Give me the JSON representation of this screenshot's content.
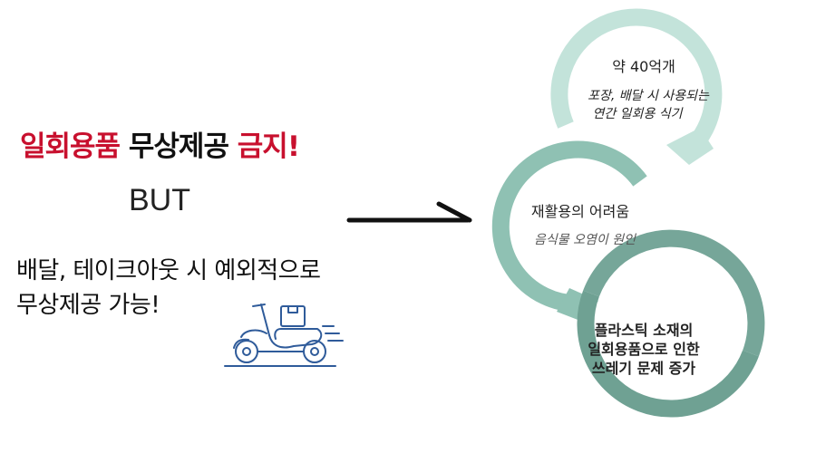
{
  "headline": {
    "part1": "일회용품",
    "part2": "무상제공",
    "part3": "금지!"
  },
  "but_text": "BUT",
  "exception": {
    "line1": "배달, 테이크아웃 시 예외적으로",
    "line2": "무상제공 가능!"
  },
  "cycle": {
    "node1": {
      "title": "약 40억개",
      "desc_line1": "포장, 배달 시 사용되는",
      "desc_line2": "연간 일회용 식기",
      "color": "#c3e3da"
    },
    "node2": {
      "title": "재활용의 어려움",
      "desc": "음식물 오염이 원인",
      "color": "#8fc1b3"
    },
    "node3": {
      "line1": "플라스틱 소재의",
      "line2": "일회용품으로 인한",
      "line3": "쓰레기 문제 증가",
      "color": "#6fa193"
    }
  },
  "colors": {
    "accent_red": "#c8102e",
    "scooter_blue": "#2f5b9a"
  },
  "icons": {
    "arrow": "right-arrow-icon",
    "scooter": "delivery-scooter-icon"
  }
}
